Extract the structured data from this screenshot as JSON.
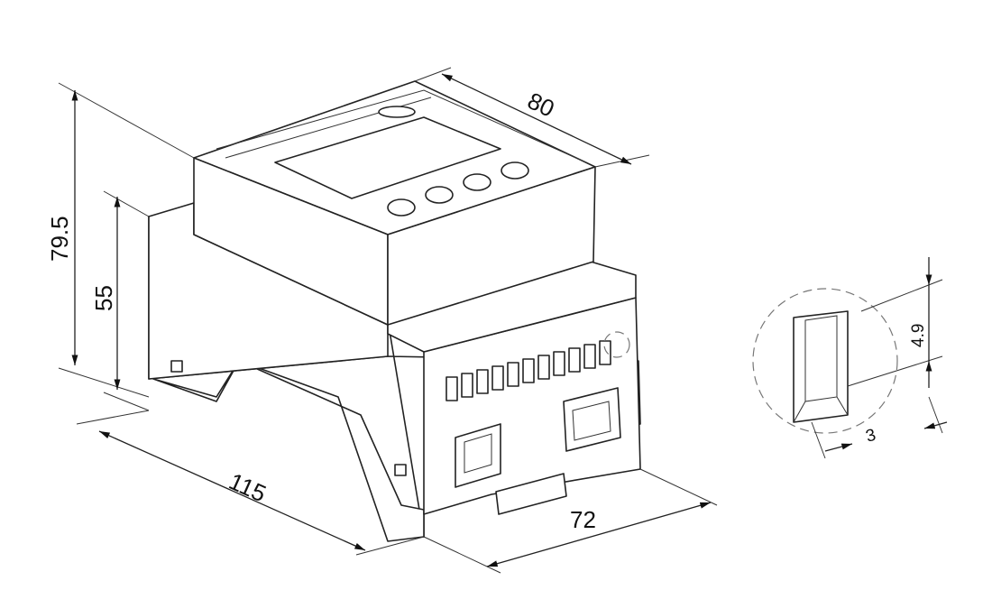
{
  "dimensions": {
    "height_total": "79.5",
    "height_body": "55",
    "length": "115",
    "depth": "80",
    "width": "72",
    "slot_height": "4.9",
    "slot_width": "3"
  },
  "colors": {
    "line": "#222222",
    "background": "#ffffff"
  }
}
